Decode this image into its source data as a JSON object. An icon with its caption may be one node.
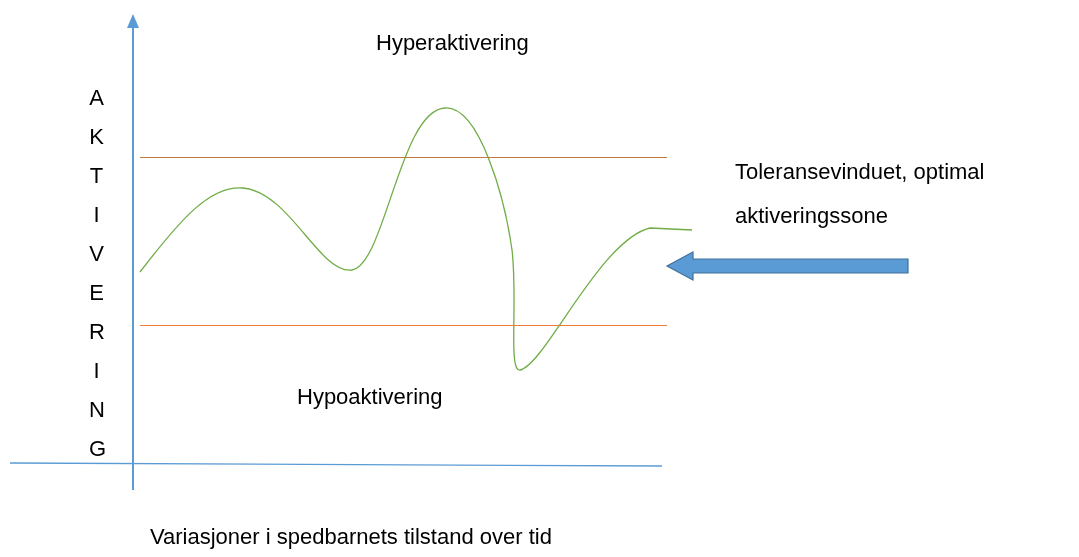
{
  "diagram": {
    "caption": "Variasjoner i spedbarnets tilstand over tid",
    "nodes": [
      {
        "text": [
          "Toleransevinduet, optimal aktiveringssone"
        ]
      },
      {
        "text": [],
        "shape": "band"
      }
    ],
    "edges": [
      {
        "from": null,
        "to": 1,
        "arrow": "to"
      }
    ],
    "labels": [
      "Hyperaktivering",
      "AKTIVERING",
      "Hypoaktivering"
    ]
  }
}
